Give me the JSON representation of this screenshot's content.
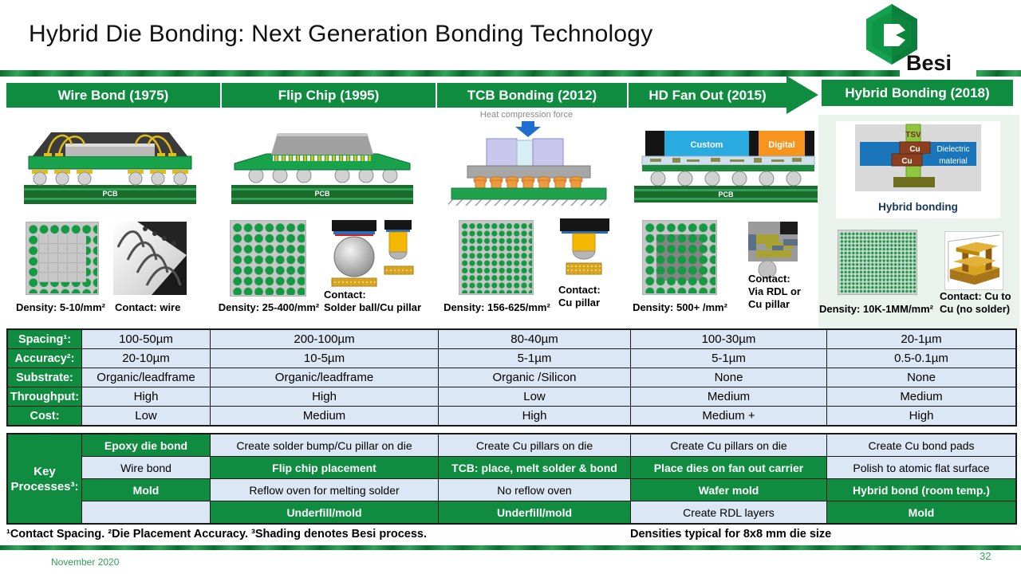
{
  "page": {
    "title": "Hybrid Die Bonding: Next Generation Bonding Technology",
    "logo_text": "Besi",
    "footnote_left": "¹Contact Spacing. ²Die Placement Accuracy. ³Shading denotes Besi process.",
    "footnote_right": "Densities typical for 8x8 mm die size",
    "footer_date": "November 2020",
    "page_number": "32"
  },
  "diagram_labels": {
    "heat_force": "Heat compression force",
    "pcb": "PCB",
    "custom": "Custom",
    "digital": "Digital",
    "tsv": "TSV",
    "cu": "Cu",
    "dielectric_line1": "Dielectric",
    "dielectric_line2": "material",
    "hybrid_caption": "Hybrid bonding"
  },
  "row_labels": {
    "spacing": "Spacing¹:",
    "accuracy": "Accuracy²:",
    "substrate": "Substrate:",
    "throughput": "Throughput:",
    "cost": "Cost:",
    "key_line1": "Key",
    "key_line2": "Processes³:"
  },
  "columns": [
    {
      "header": "Wire Bond (1975)",
      "density": "Density: 5-10/mm²",
      "contact_lines": [
        "Contact: wire"
      ],
      "spacing": "100-50µm",
      "accuracy": "20-10µm",
      "substrate": "Organic/leadframe",
      "throughput": "High",
      "cost": "Low",
      "processes": [
        {
          "text": "Epoxy die bond",
          "besi": true
        },
        {
          "text": "Wire bond",
          "besi": false
        },
        {
          "text": "Mold",
          "besi": true
        },
        {
          "text": "",
          "besi": false
        }
      ]
    },
    {
      "header": "Flip Chip (1995)",
      "density": "Density: 25-400/mm²",
      "contact_lines": [
        "Contact:",
        "Solder ball/Cu pillar"
      ],
      "spacing": "200-100µm",
      "accuracy": "10-5µm",
      "substrate": "Organic/leadframe",
      "throughput": "High",
      "cost": "Medium",
      "processes": [
        {
          "text": "Create solder bump/Cu pillar on die",
          "besi": false
        },
        {
          "text": "Flip chip placement",
          "besi": true
        },
        {
          "text": "Reflow oven for melting solder",
          "besi": false
        },
        {
          "text": "Underfill/mold",
          "besi": true
        }
      ]
    },
    {
      "header": "TCB Bonding (2012)",
      "density": "Density: 156-625/mm²",
      "contact_lines": [
        "Contact:",
        "Cu pillar"
      ],
      "spacing": "80-40µm",
      "accuracy": "5-1µm",
      "substrate": "Organic /Silicon",
      "throughput": "Low",
      "cost": "High",
      "processes": [
        {
          "text": "Create Cu pillars on die",
          "besi": false
        },
        {
          "text": "TCB: place, melt solder & bond",
          "besi": true
        },
        {
          "text": "No reflow oven",
          "besi": false
        },
        {
          "text": "Underfill/mold",
          "besi": true
        }
      ]
    },
    {
      "header": "HD Fan Out (2015)",
      "density": "Density: 500+ /mm²",
      "contact_lines": [
        "Contact:",
        "Via RDL or",
        "Cu pillar"
      ],
      "spacing": "100-30µm",
      "accuracy": "5-1µm",
      "substrate": "None",
      "throughput": "Medium",
      "cost": "Medium +",
      "processes": [
        {
          "text": "Create Cu pillars on die",
          "besi": false
        },
        {
          "text": "Place dies on fan out carrier",
          "besi": true
        },
        {
          "text": "Wafer mold",
          "besi": true
        },
        {
          "text": "Create RDL layers",
          "besi": false
        }
      ]
    },
    {
      "header": "Hybrid Bonding (2018)",
      "density": "Density: 10K-1MM/mm²",
      "contact_lines": [
        "Contact: Cu to",
        "Cu (no solder)"
      ],
      "spacing": "20-1µm",
      "accuracy": "0.5-0.1µm",
      "substrate": "None",
      "throughput": "Medium",
      "cost": "High",
      "processes": [
        {
          "text": "Create Cu bond pads",
          "besi": false
        },
        {
          "text": "Polish to atomic flat surface",
          "besi": false
        },
        {
          "text": "Hybrid bond (room temp.)",
          "besi": true
        },
        {
          "text": "Mold",
          "besi": true
        }
      ]
    }
  ],
  "colors": {
    "besi_green": "#0f8c40",
    "cell_blue": "#dbe7f4",
    "mint_panel": "#e9f3ec"
  }
}
